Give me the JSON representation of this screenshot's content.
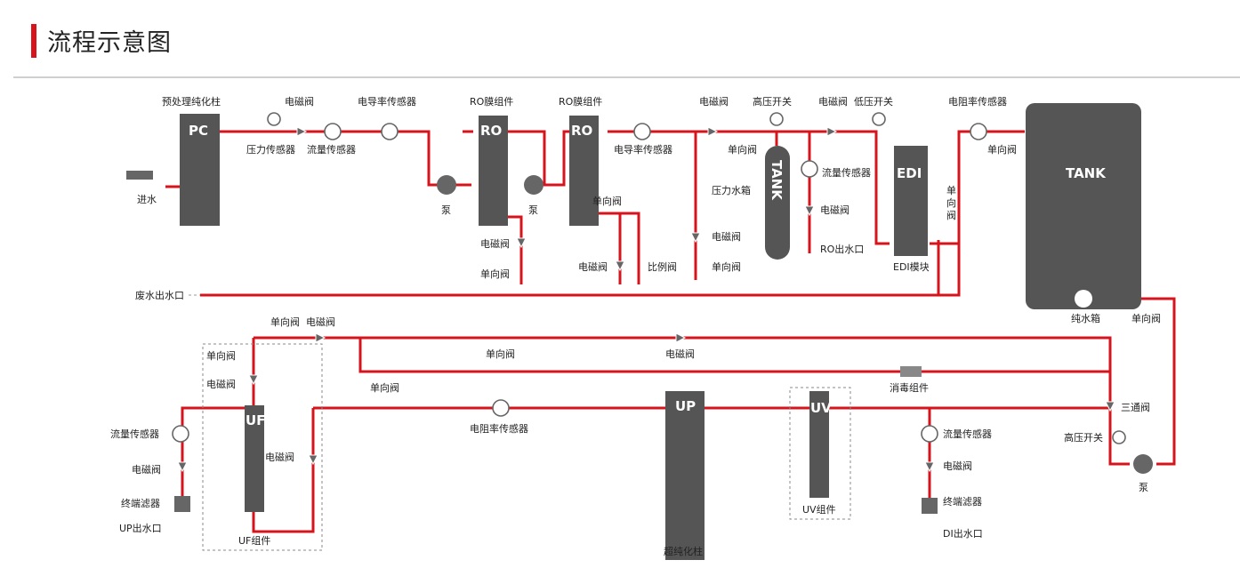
{
  "page": {
    "title": "流程示意图"
  },
  "colors": {
    "pipe": "#d7141c",
    "equipment": "#555555",
    "symbol": "#666666",
    "label": "#222222",
    "accent": "#d7141c"
  },
  "equipment": {
    "pc": {
      "tag": "PC",
      "caption": "预处理纯化柱"
    },
    "ro1": {
      "tag": "RO",
      "caption": "RO膜组件"
    },
    "ro2": {
      "tag": "RO",
      "caption": "RO膜组件"
    },
    "pressure_tank": {
      "tag": "TANK",
      "caption": "压力水箱"
    },
    "edi": {
      "tag": "EDI",
      "caption": "EDI模块"
    },
    "pure_tank": {
      "tag": "TANK",
      "caption": "纯水箱"
    },
    "uf": {
      "tag": "UF",
      "caption": "UF组件"
    },
    "up": {
      "tag": "UP",
      "caption": "超纯化柱"
    },
    "uv": {
      "tag": "UV",
      "caption": "UV组件"
    }
  },
  "labels": {
    "water_in": "进水",
    "pressure_sensor": "压力传感器",
    "solenoid_valve_top": "电磁阀",
    "flow_sensor_top": "流量传感器",
    "conductivity_sensor_1": "电导率传感器",
    "pump_1": "泵",
    "pump_2": "泵",
    "ro1_solenoid": "电磁阀",
    "ro1_check": "单向阀",
    "ro2_check": "单向阀",
    "ro2_solenoid": "电磁阀",
    "ratio_valve": "比例阀",
    "conductivity_sensor_2": "电导率传感器",
    "solenoid_valve_mid": "电磁阀",
    "check_valve_mid": "单向阀",
    "high_pressure_switch_top": "高压开关",
    "mid_solenoid_low": "电磁阀",
    "mid_check_low": "单向阀",
    "solenoid_valve_edi": "电磁阀",
    "low_pressure_switch": "低压开关",
    "flow_sensor_edi": "流量传感器",
    "ro_solenoid": "电磁阀",
    "ro_outlet": "RO出水口",
    "resistivity_sensor_top": "电阻率传感器",
    "check_valve_tank": "单向阀",
    "edi_check_valve": "单\n向\n阀",
    "waste_outlet": "废水出水口",
    "tank_check_valve": "单向阀",
    "upper_check_valve": "单向阀",
    "upper_solenoid_valve": "电磁阀",
    "recirc_solenoid": "电磁阀",
    "return_check_valve": "单向阀",
    "disinfection": "消毒组件",
    "three_way_valve": "三通阀",
    "high_pressure_switch_bottom": "高压开关",
    "pump_3": "泵",
    "uf_check_valve": "单向阀",
    "uf_solenoid_valve": "电磁阀",
    "uf_side_check_valve": "单向阀",
    "uf_right_solenoid": "电磁阀",
    "resistivity_sensor_bottom": "电阻率传感器",
    "up_flow_sensor": "流量传感器",
    "up_solenoid": "电磁阀",
    "up_filter": "终端滤器",
    "up_outlet": "UP出水口",
    "di_flow_sensor": "流量传感器",
    "di_solenoid": "电磁阀",
    "di_filter": "终端滤器",
    "di_outlet": "DI出水口"
  }
}
